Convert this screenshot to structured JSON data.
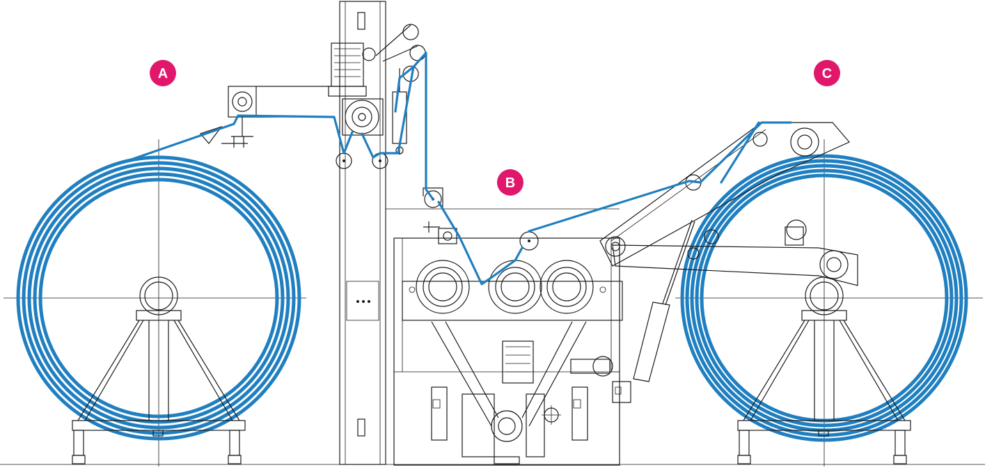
{
  "labels": {
    "payoff": "A",
    "machine": "B",
    "takeup": "C"
  },
  "colors": {
    "cable": "#1f7fc0",
    "badge": "#e0176b",
    "ink": "#1a1a1a",
    "background": "#ffffff"
  },
  "icons": [
    "payoff-reel-icon",
    "takeup-reel-icon",
    "gear-motor-icon",
    "pulley-icon",
    "capstan-wheel-icon",
    "hydraulic-cylinder-icon",
    "dancer-arm-icon",
    "tower-frame-icon",
    "a-frame-stand-icon"
  ]
}
